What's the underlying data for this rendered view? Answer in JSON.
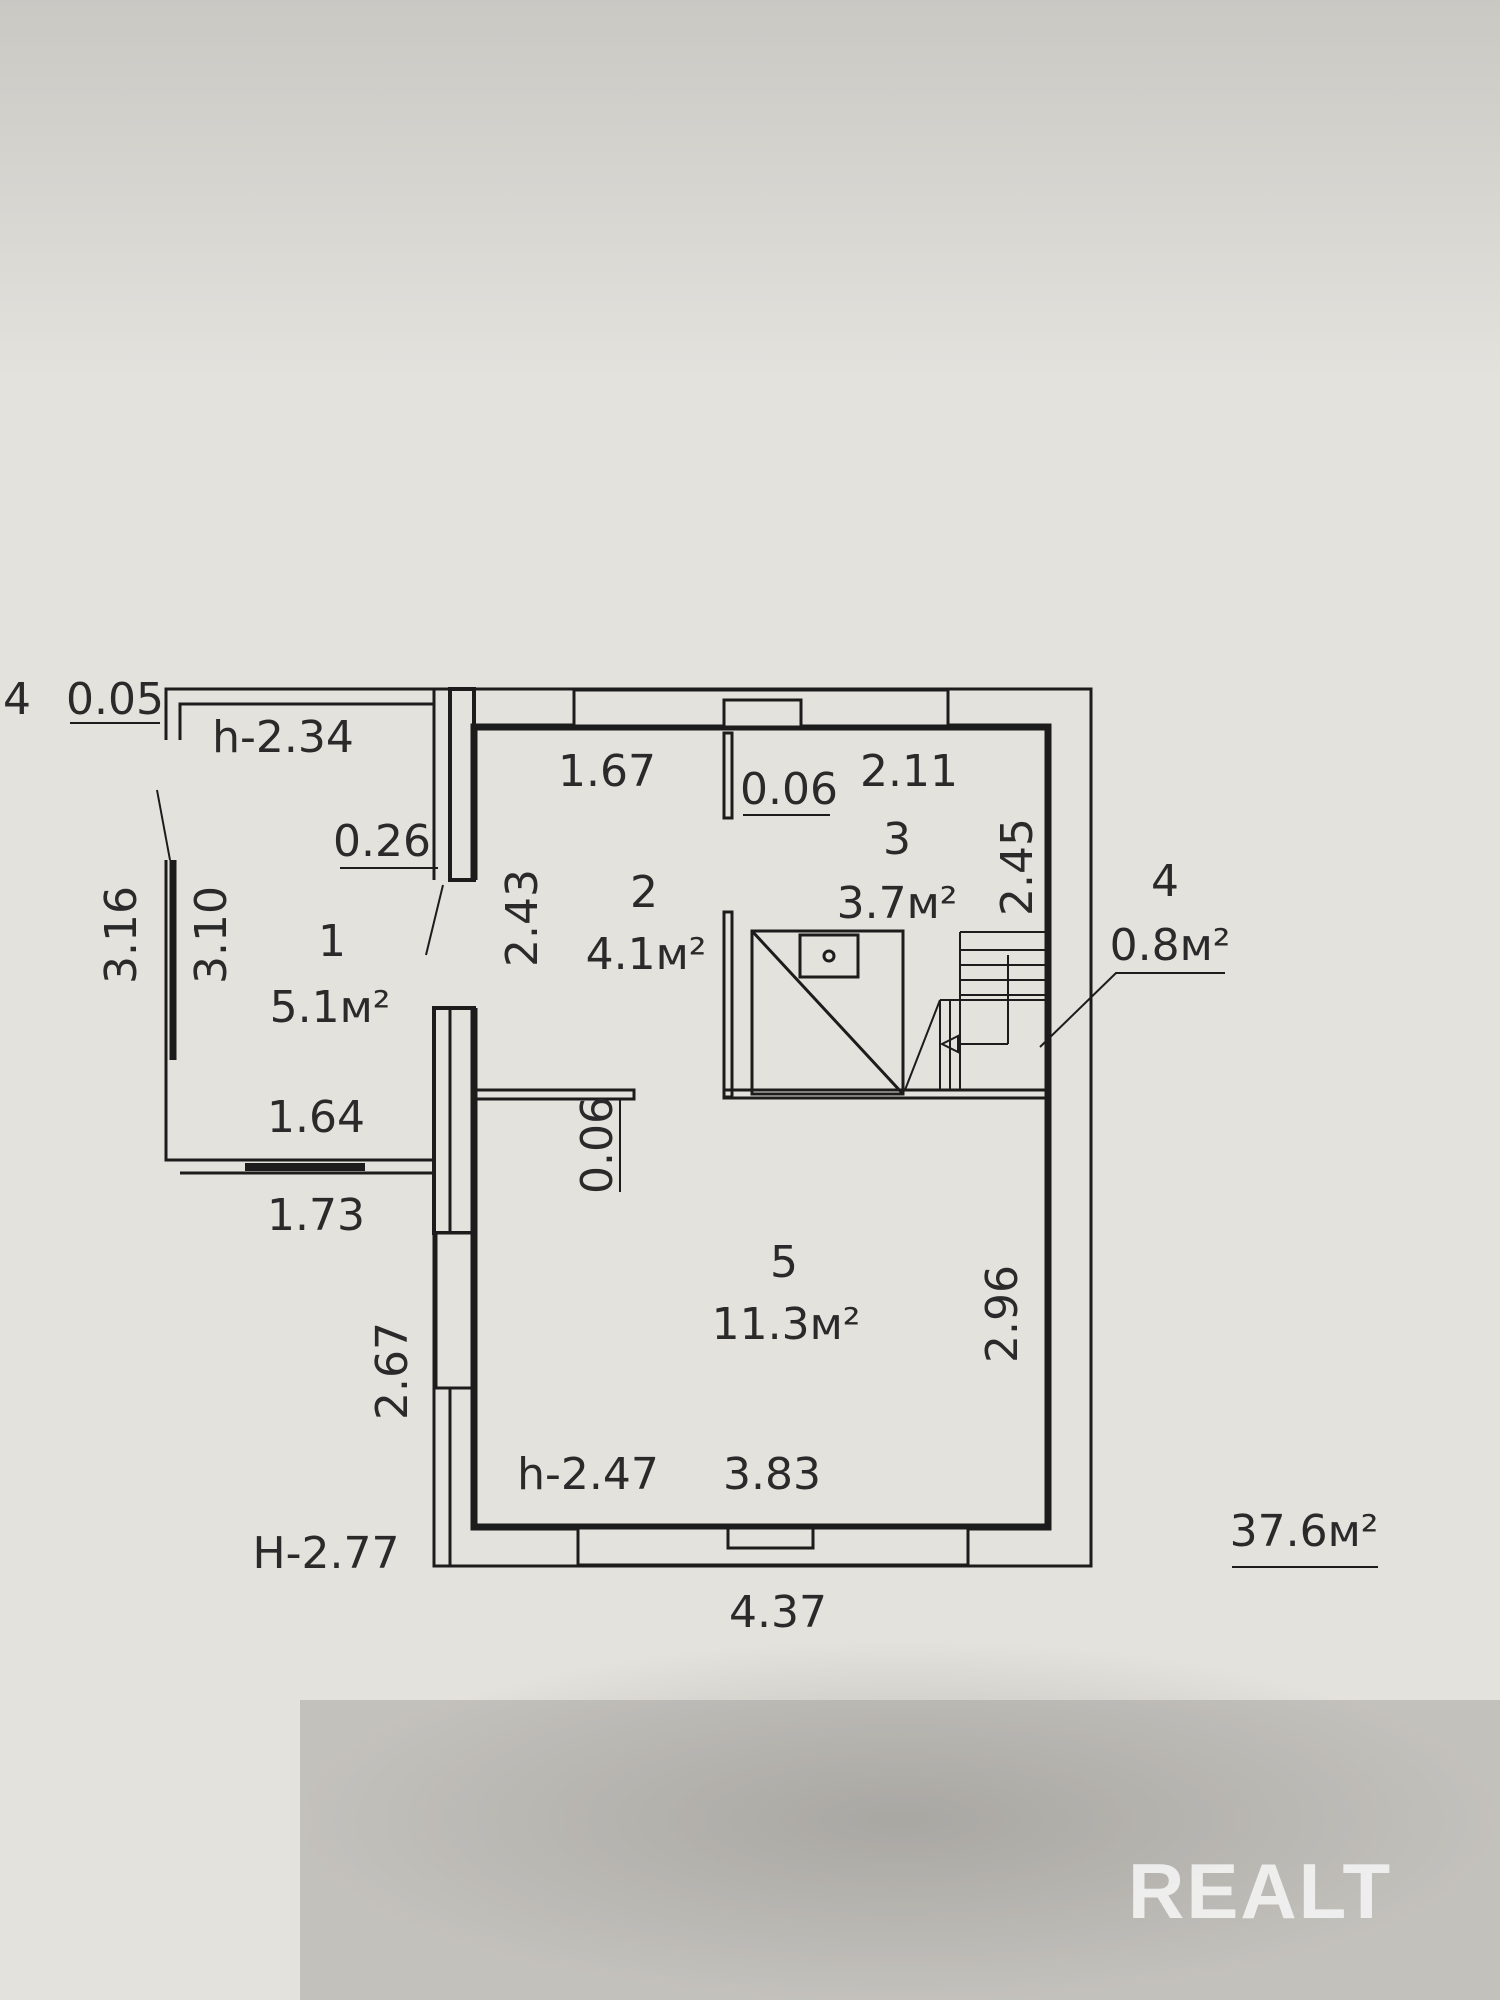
{
  "plan": {
    "total_area": "37.6м²",
    "outer_height": "H-2.77",
    "rooms": [
      {
        "number": "1",
        "area": "5.1м²"
      },
      {
        "number": "2",
        "area": "4.1м²"
      },
      {
        "number": "3",
        "area": "3.7м²"
      },
      {
        "number": "4",
        "area": "0.8м²"
      },
      {
        "number": "5",
        "area": "11.3м²"
      }
    ],
    "heights": {
      "porch": "h-2.34",
      "main": "h-2.47"
    },
    "dimensions": {
      "porch_top_left_num": "4",
      "porch_wall": "0.05",
      "door_wall": "0.26",
      "porch_outer_len": "3.16",
      "porch_inner_len": "3.10",
      "porch_inner_width": "1.64",
      "porch_outer_width": "1.73",
      "room2_width": "1.67",
      "room2_len": "2.43",
      "partition_top": "0.06",
      "partition_mid": "0.06",
      "room3_width": "2.11",
      "room3_len": "2.45",
      "room5_len": "2.96",
      "left_wall_lower": "2.67",
      "room5_width": "3.83",
      "outer_width": "4.37"
    }
  },
  "watermark": "REALT"
}
